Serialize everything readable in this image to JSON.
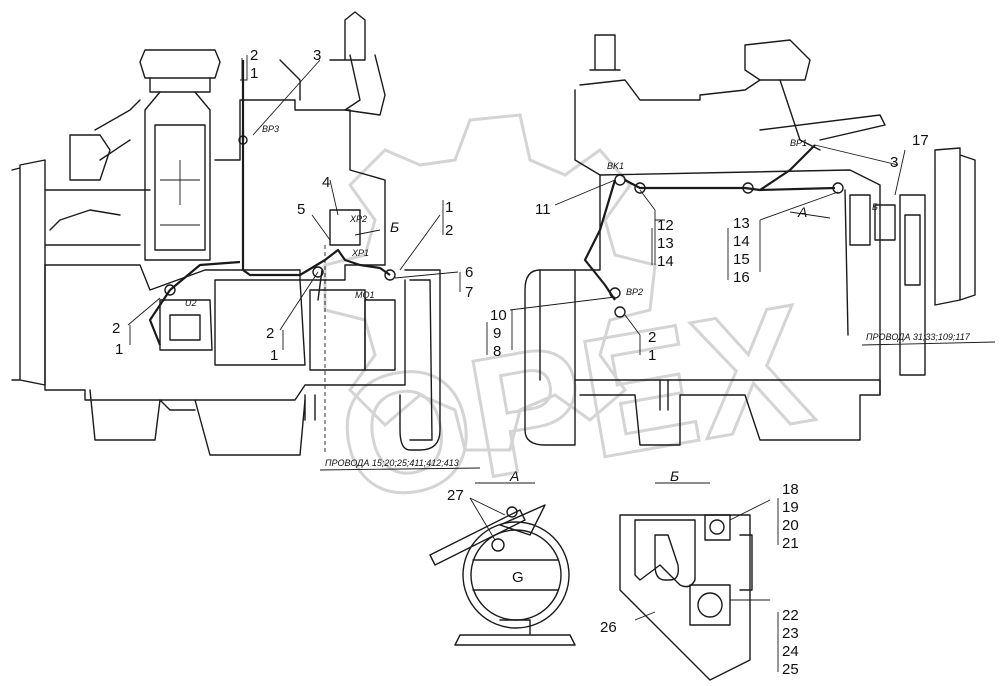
{
  "watermark": "OPEX",
  "views": {
    "A": "A",
    "B": "Б"
  },
  "arrows": {
    "A": "A",
    "B": "Б"
  },
  "wire_notes": {
    "left": "ПРОВОДА 15;20;25;411;412;413",
    "right": "ПРОВОДА 31;33;109;117"
  },
  "connectors": {
    "xp2": "XP2",
    "xp1": "XP1",
    "mq1": "MQ1",
    "u2": "U2",
    "bp3": "BP3",
    "bk1": "BK1",
    "bp1": "BP1",
    "bp2": "BP2",
    "g": "G",
    "b": "Б"
  },
  "callouts": {
    "left": [
      "2",
      "1",
      "3",
      "4",
      "5",
      "Б",
      "1",
      "2",
      "6",
      "7",
      "2",
      "1",
      "2",
      "1"
    ],
    "right": [
      "11",
      "12",
      "13",
      "14",
      "13",
      "14",
      "15",
      "16",
      "17",
      "3",
      "10",
      "9",
      "8",
      "2",
      "1"
    ],
    "view_a": [
      "27"
    ],
    "view_b": [
      "18",
      "19",
      "20",
      "21",
      "22",
      "23",
      "24",
      "25",
      "26"
    ]
  }
}
